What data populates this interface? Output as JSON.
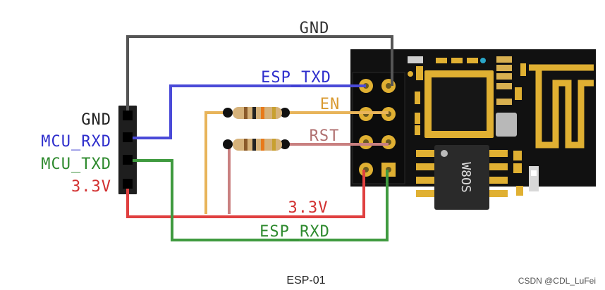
{
  "header_labels": {
    "gnd": "GND",
    "mcu_rxd": "MCU_RXD",
    "mcu_txd": "MCU_TXD",
    "v33": "3.3V"
  },
  "wire_labels": {
    "gnd": "GND",
    "esp_txd": "ESP_TXD",
    "en": "EN",
    "rst": "RST",
    "v33": "3.3V",
    "esp_rxd": "ESP_RXD"
  },
  "chip_text": "W8OS",
  "caption": "ESP-01",
  "watermark": "CSDN @CDL_LuFei",
  "colors": {
    "gnd": "#555555",
    "txd": "#4a4ad8",
    "rxd": "#3f9a3f",
    "v33": "#e04040",
    "en": "#e8b45a",
    "rst": "#c98080",
    "board": "#111111",
    "gold": "#e0b032",
    "gnd_label": "#222222",
    "txd_label": "#2e2ecc",
    "rxd_label": "#2e8a2e",
    "v33_label": "#d23030",
    "en_label": "#d99a30",
    "rst_label": "#b07070"
  }
}
